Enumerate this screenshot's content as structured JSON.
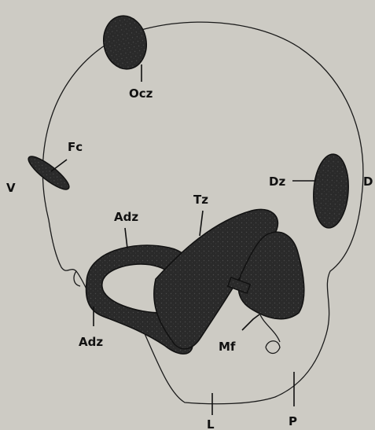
{
  "labels": {
    "ocz": "Ocz",
    "fc": "Fc",
    "v": "V",
    "dz": "Dz",
    "d": "D",
    "adz_top": "Adz",
    "adz_bottom": "Adz",
    "tz": "Tz",
    "mf": "Mf",
    "l": "L",
    "p": "P"
  }
}
